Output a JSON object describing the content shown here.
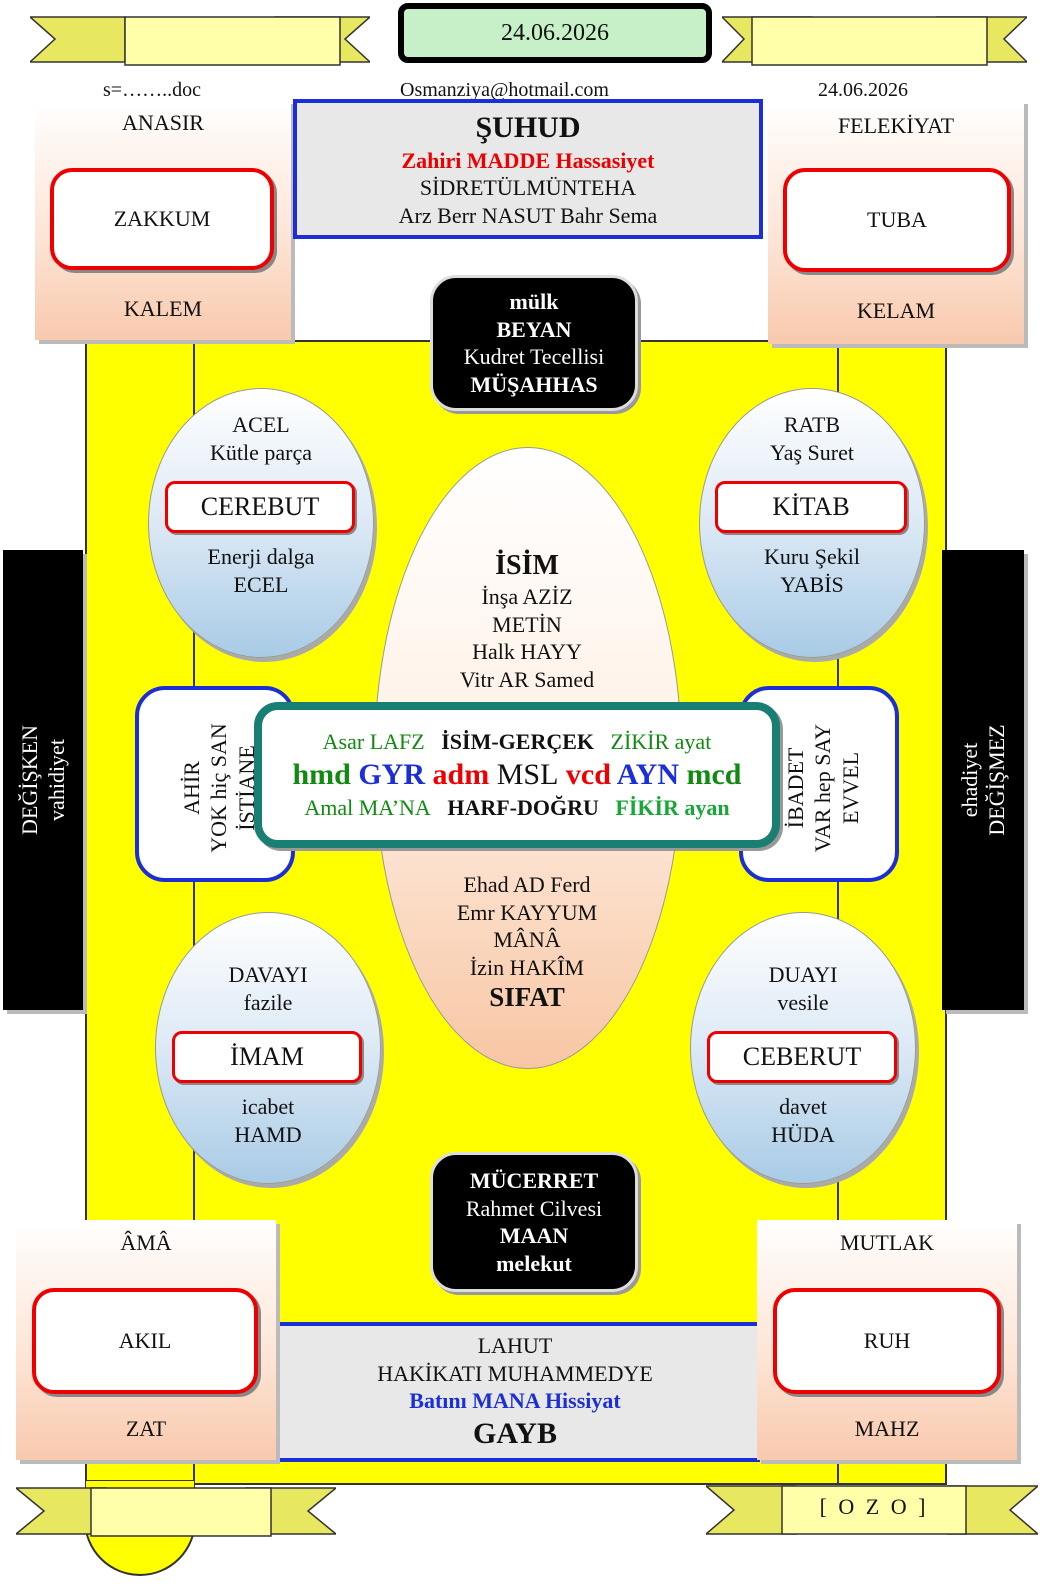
{
  "header": {
    "date_box": "24.06.2026",
    "file": "s=……..doc",
    "email": "Osmanziya@hotmail.com",
    "date_right": "24.06.2026"
  },
  "top_left": {
    "top": "ANASIR",
    "middle": "ZAKKUM",
    "bottom": "KALEM"
  },
  "top_right": {
    "top": "FELEKİYAT",
    "middle": "TUBA",
    "bottom": "KELAM"
  },
  "bottom_left": {
    "top": "ÂMÂ",
    "middle": "AKIL",
    "bottom": "ZAT"
  },
  "bottom_right": {
    "top": "MUTLAK",
    "middle": "RUH",
    "bottom": "MAHZ"
  },
  "shuhud": {
    "title": "ŞUHUD",
    "subtitle": "Zahiri MADDE Hassasiyet",
    "line1": "SİDRETÜLMÜNTEHA",
    "line2": "Arz Berr NASUT Bahr Sema"
  },
  "gayb": {
    "line1": "LAHUT",
    "line2": "HAKİKATI   MUHAMMEDYE",
    "subtitle": "Batını MANA Hissiyat",
    "title": "GAYB"
  },
  "mulk": {
    "l1": "mülk",
    "l2": "BEYAN",
    "l3": "Kudret Tecellisi",
    "l4": "MÜŞAHHAS"
  },
  "mucerret": {
    "l1": "MÜCERRET",
    "l2": "Rahmet Cilvesi",
    "l3": "MAAN",
    "l4": "melekut"
  },
  "eggs": {
    "tl": {
      "t1": "ACEL",
      "t2": "Kütle parça",
      "label": "CEREBUT",
      "b1": "Enerji dalga",
      "b2": "ECEL"
    },
    "tr": {
      "t1": "RATB",
      "t2": "Yaş Suret",
      "label": "KİTAB",
      "b1": "Kuru Şekil",
      "b2": "YABİS"
    },
    "bl": {
      "t1": "DAVAYI",
      "t2": "fazile",
      "label": "İMAM",
      "b1": "icabet",
      "b2": "HAMD"
    },
    "br": {
      "t1": "DUAYI",
      "t2": "vesile",
      "label": "CEBERUT",
      "b1": "davet",
      "b2": "HÜDA"
    }
  },
  "center_oval": {
    "top_title": "İSİM",
    "top_lines": [
      "İnşa AZİZ",
      "METİN",
      "Halk HAYY",
      "Vitr  AR Samed"
    ],
    "bottom_lines": [
      "Ehad AD Ferd",
      "Emr KAYYUM",
      "MÂNÂ",
      "İzin HAKÎM"
    ],
    "bottom_title": "SIFAT"
  },
  "center_box": {
    "row1_a": "Asar LAFZ",
    "row1_b": "İSİM-GERÇEK",
    "row1_c": "ZİKİR ayat",
    "row2": [
      "hmd",
      "GYR",
      "adm",
      "MSL",
      "vcd",
      "AYN",
      "mcd"
    ],
    "row3_a": "Amal MA’NA",
    "row3_b": "HARF-DOĞRU",
    "row3_c": "FİKİR ayan"
  },
  "left_round": {
    "l1": "AHİR",
    "l2": "YOK  hiç  SAN",
    "l3": "İSTİANE"
  },
  "right_round": {
    "l1": "İBADET",
    "l2": "VAR  hep  SAY",
    "l3": "EVVEL"
  },
  "sidebar_left": {
    "l1": "DEĞİŞKEN",
    "l2": "vahidiyet"
  },
  "sidebar_right": {
    "l1": "ehadiyet",
    "l2": "DEĞİŞMEZ"
  },
  "footer": {
    "tag": "[ O Z O ]"
  },
  "colors": {
    "yellow": "#ffff00",
    "red": "#e00000",
    "blue": "#1c2fd6",
    "green": "#118a11",
    "teal": "#1a7f73"
  }
}
